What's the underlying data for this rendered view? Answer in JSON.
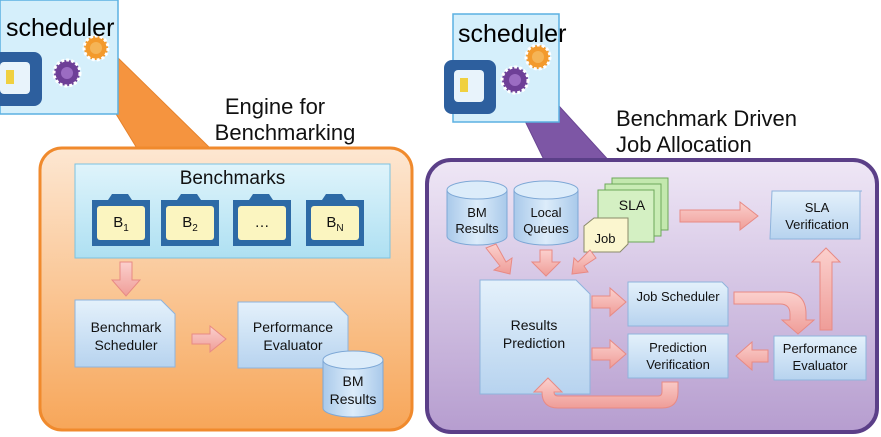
{
  "left": {
    "scheduler_label": "scheduler",
    "callout_title_line1": "Engine for",
    "callout_title_line2": "Benchmarking",
    "benchmarks_title": "Benchmarks",
    "folders": [
      {
        "label": "B",
        "sub": "1"
      },
      {
        "label": "B",
        "sub": "2"
      },
      {
        "label": "…",
        "sub": ""
      },
      {
        "label": "B",
        "sub": "N"
      }
    ],
    "benchmark_scheduler": "Benchmark Scheduler",
    "performance_evaluator": "Performance Evaluator",
    "bm_results": "BM Results"
  },
  "right": {
    "scheduler_label": "scheduler",
    "callout_title_line1": "Benchmark Driven",
    "callout_title_line2": "Job Allocation",
    "bm_results": "BM Results",
    "local_queues": "Local Queues",
    "sla": "SLA",
    "job": "Job",
    "sla_verification": "SLA Verification",
    "results_prediction": "Results Prediction",
    "job_scheduler": "Job Scheduler",
    "prediction_verification": "Prediction Verification",
    "performance_evaluator": "Performance Evaluator"
  },
  "colors": {
    "orange_panel": "#f7a85c",
    "purple_panel": "#b9a2cf",
    "box_blue": "#cfe4f7",
    "arrow_pink": "#f6b3b0",
    "folder_yellow": "#fbf5c0",
    "sla_green": "#c9ecb5"
  }
}
